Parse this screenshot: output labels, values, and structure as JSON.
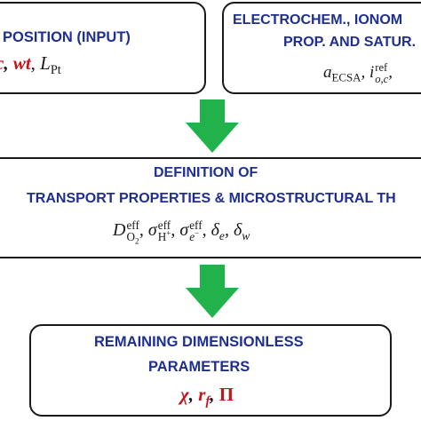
{
  "boxes": {
    "input": {
      "title": "POSITION (INPUT)",
      "formula": {
        "lead": "c",
        "sep1": ", ",
        "wt": "wt",
        "sep2": ", ",
        "l": "L",
        "l_sub": "Pt"
      }
    },
    "electrochem": {
      "title_line1": "ELECTROCHEM., IONOM",
      "title_line2": "PROP. AND SATUR.",
      "formula": {
        "a": "a",
        "a_sub": "ECSA",
        "sep1": ", ",
        "i": "i",
        "i_sup": "ref",
        "i_sub": "o,c",
        "sep2": ", "
      }
    },
    "definition": {
      "title_line1": "DEFINITION OF",
      "title_line2": "TRANSPORT PROPERTIES & MICROSTRUCTURAL TH",
      "formula": {
        "d": "D",
        "d_sup": "eff",
        "d_sub": "O",
        "d_sub2": "2",
        "sep1": ", ",
        "sh": "σ",
        "sh_sup": "eff",
        "sh_sub": "H",
        "sh_sub_charge": "+",
        "sep2": ", ",
        "se": "σ",
        "se_sup": "eff",
        "se_sub": "e",
        "se_sub_charge": "−",
        "sep3": ", ",
        "de": "δ",
        "de_sub": "e",
        "sep4": ", ",
        "dw": "δ",
        "dw_sub": "w"
      }
    },
    "remaining": {
      "title_line1": "REMAINING DIMENSIONLESS",
      "title_line2": "PARAMETERS",
      "formula": {
        "chi": "χ",
        "sep1": ", ",
        "r": "r",
        "r_sub": "f",
        "sep2": ", ",
        "pi": "Π"
      }
    }
  },
  "colors": {
    "heading": "#1f2f8f",
    "arrow": "#22b24c",
    "highlight": "#c0161c",
    "border": "#1a1a1a"
  },
  "icons": {
    "arrow1": "arrow-down-icon",
    "arrow2": "arrow-down-icon"
  }
}
